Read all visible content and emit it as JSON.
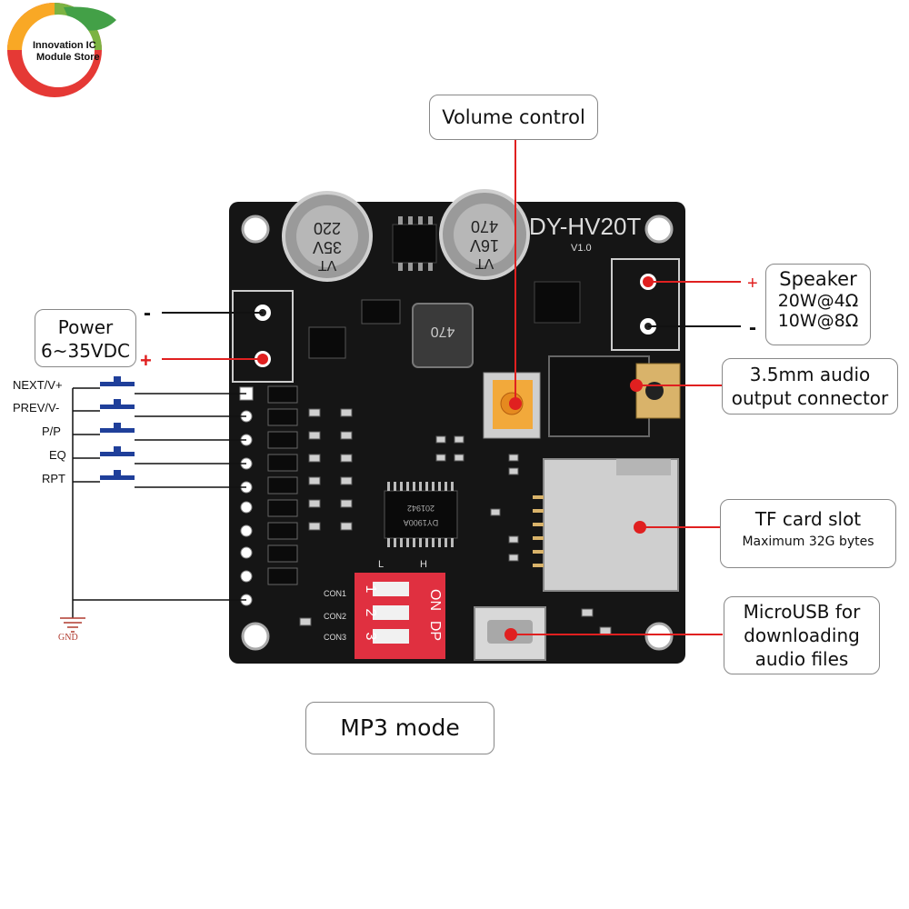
{
  "store": {
    "line1": "Innovation IC",
    "line2": "Module Store"
  },
  "board": {
    "model": "DY-HV20T",
    "version": "V1.0",
    "cap_left": {
      "value": "220",
      "voltage": "35V",
      "series": "VT"
    },
    "cap_right": {
      "value": "470",
      "voltage": "16V",
      "series": "VT"
    },
    "inductor": "470",
    "chip": {
      "line1": "201942",
      "line2": "DY1900A"
    },
    "con_labels": [
      "CON1",
      "CON2",
      "CON3"
    ],
    "dip": {
      "top_left": "L",
      "top_right": "H",
      "on": "ON",
      "dp": "DP",
      "numbers": [
        "1",
        "2",
        "3"
      ]
    }
  },
  "callouts": {
    "volume": "Volume control",
    "speaker": {
      "line1": "Speaker",
      "line2": "20W@4Ω",
      "line3": "10W@8Ω"
    },
    "power": {
      "line1": "Power",
      "line2": "6~35VDC"
    },
    "audio_out": {
      "line1": "3.5mm audio",
      "line2": "output connector"
    },
    "tf": {
      "line1": "TF card slot",
      "line2": "Maximum 32G bytes"
    },
    "usb": {
      "line1": "MicroUSB for",
      "line2": "downloading",
      "line3": "audio files"
    },
    "mode": "MP3 mode"
  },
  "polarity": {
    "plus": "+",
    "minus": "-"
  },
  "switches": [
    "NEXT/V+",
    "PREV/V-",
    "P/P",
    "EQ",
    "RPT"
  ],
  "gnd": "GND",
  "colors": {
    "pcb": "#151515",
    "silk": "#dcdcdc",
    "accent": "#e02020",
    "dip": "#e03040",
    "button": "#1f3f9a"
  }
}
